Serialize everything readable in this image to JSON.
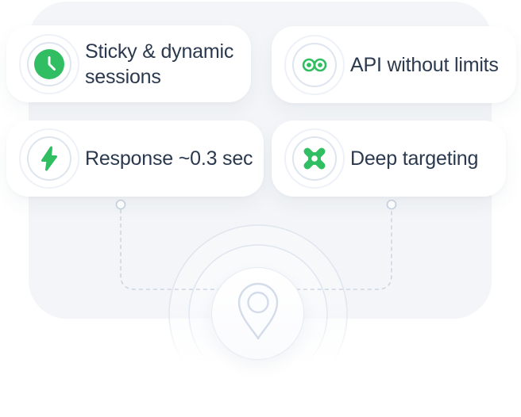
{
  "features": [
    {
      "id": "sticky-sessions",
      "label": "Sticky & dynamic sessions",
      "icon": "clock-icon"
    },
    {
      "id": "api-no-limits",
      "label": "API without limits",
      "icon": "infinity-icon"
    },
    {
      "id": "response-time",
      "label": "Response ~0.3 sec",
      "icon": "lightning-icon"
    },
    {
      "id": "deep-targeting",
      "label": "Deep targeting",
      "icon": "target-icon"
    }
  ],
  "colors": {
    "accent_green": "#31be63",
    "text": "#2b394f",
    "panel_bg": "#f3f5f8",
    "ring_inner": "#dee5ef",
    "ring_outer": "#eef1f7",
    "dashed_line": "#ccd6e3",
    "pin_stroke": "#d3dce8"
  },
  "decor": {
    "pin": "location-pin-icon",
    "radar": "radar-arcs",
    "connector_left": "connector-node",
    "connector_right": "connector-node"
  }
}
